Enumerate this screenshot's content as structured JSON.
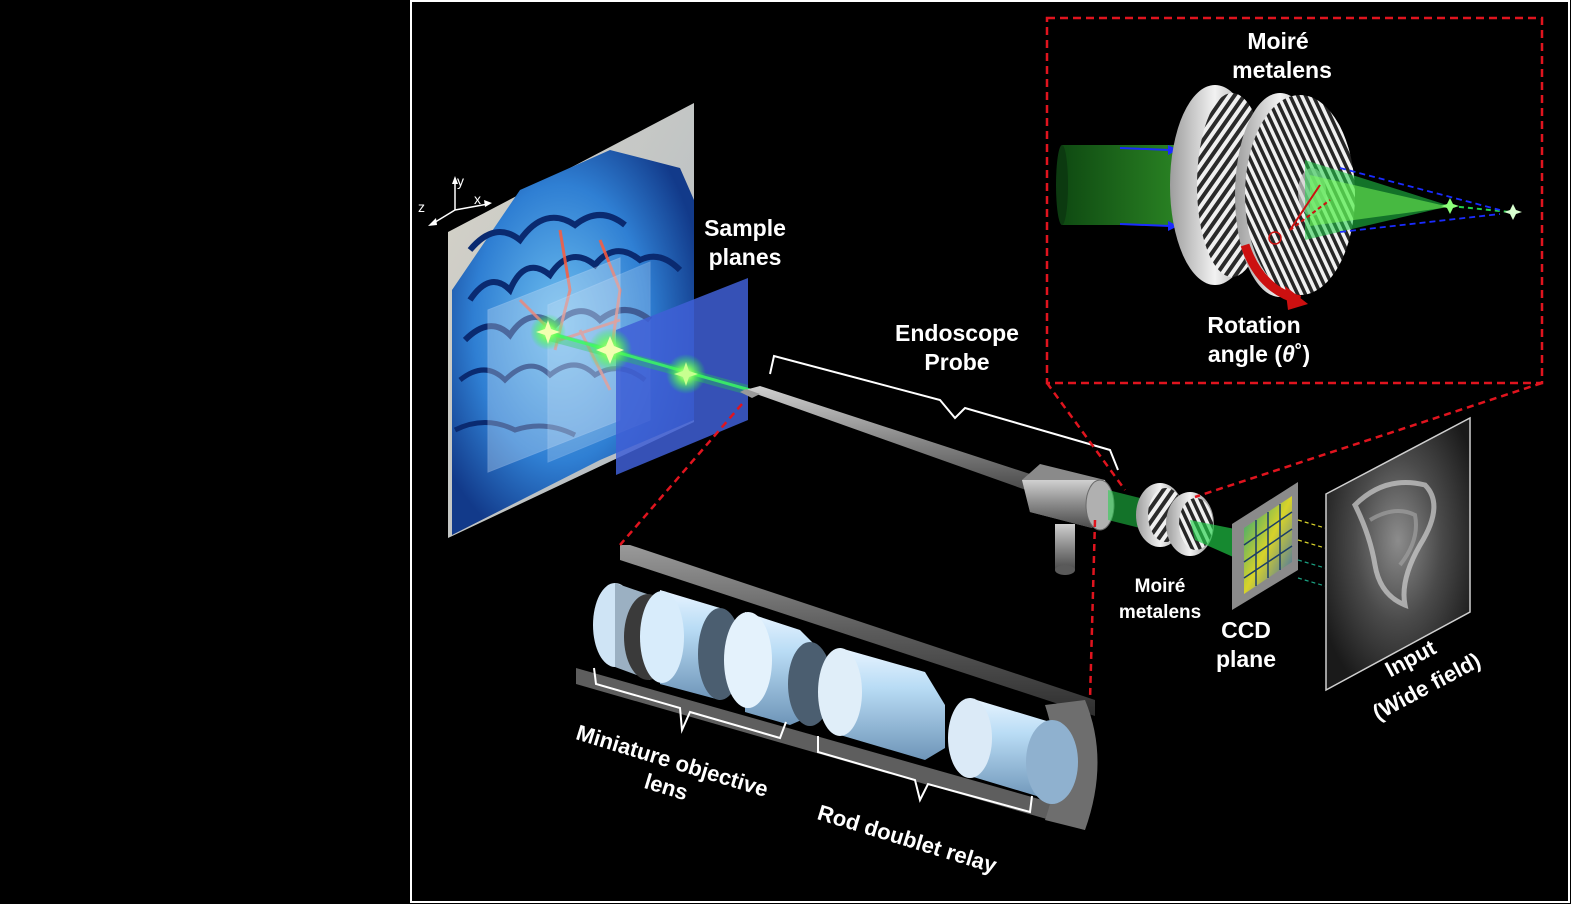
{
  "labels": {
    "moire_top_1": "Moiré",
    "moire_top_2": "metalens",
    "rotation_1": "Rotation",
    "rotation_2a": "angle (",
    "rotation_theta": "θ",
    "rotation_2b": "˚)",
    "sample_1": "Sample",
    "sample_2": "planes",
    "endoscope_1": "Endoscope",
    "endoscope_2": "Probe",
    "moire_small_1": "Moiré",
    "moire_small_2": "metalens",
    "ccd_1": "CCD",
    "ccd_2": "plane",
    "input_1": "Input",
    "input_2": "(Wide field)",
    "objective_1": "Miniature objective",
    "objective_2": "lens",
    "relay": "Rod doublet relay"
  },
  "axes": {
    "z": "z",
    "y": "y",
    "x": "x"
  },
  "colors": {
    "background": "#000000",
    "frame": "#ffffff",
    "callout_dash": "#e0141e",
    "beam_green": "#22d24a",
    "arrow_blue": "#1a2cff",
    "rotation_red": "#cc1010",
    "sample_plane": "#3f5fd6"
  }
}
